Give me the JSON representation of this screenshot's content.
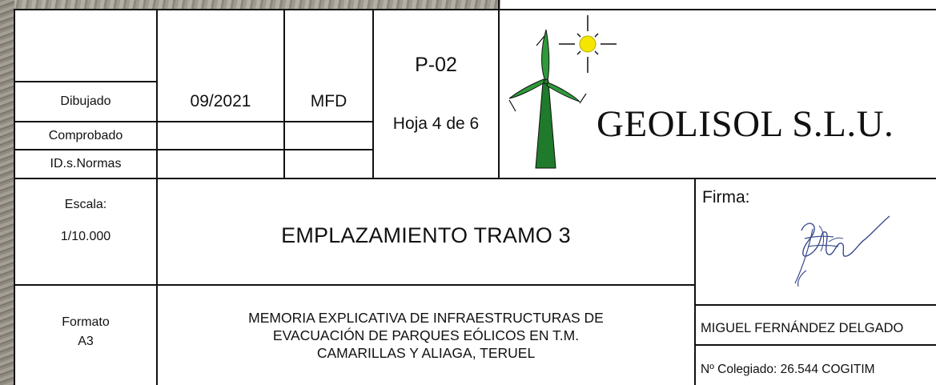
{
  "title_block": {
    "rows": [
      {
        "label": "Dibujado",
        "date": "09/2021",
        "initials": "MFD"
      },
      {
        "label": "Comprobado",
        "date": "",
        "initials": ""
      },
      {
        "label": "ID.s.Normas",
        "date": "",
        "initials": ""
      }
    ],
    "plan_code": "P-02",
    "sheet": "Hoja 4 de 6",
    "company": "GEOLISOL S.L.U.",
    "scale_label": "Escala:",
    "scale_value": "1/10.000",
    "plan_title": "EMPLAZAMIENTO TRAMO 3",
    "firma_label": "Firma:",
    "format_label": "Formato",
    "format_value": "A3",
    "description_lines": [
      "MEMORIA EXPLICATIVA  DE INFRAESTRUCTURAS DE",
      "EVACUACIÓN DE PARQUES EÓLICOS EN T.M.",
      "CAMARILLAS Y ALIAGA, TERUEL"
    ],
    "engineer_name": "MIGUEL FERNÁNDEZ DELGADO",
    "registration": "Nº Colegiado: 26.544 COGITIM"
  },
  "colors": {
    "turbine_green": "#2e9a3a",
    "turbine_dark": "#1f7a2b",
    "sun_yellow": "#f5e600",
    "ink": "#111111"
  },
  "icons": [
    "wind-turbine-sun-logo-icon",
    "signature-icon"
  ]
}
